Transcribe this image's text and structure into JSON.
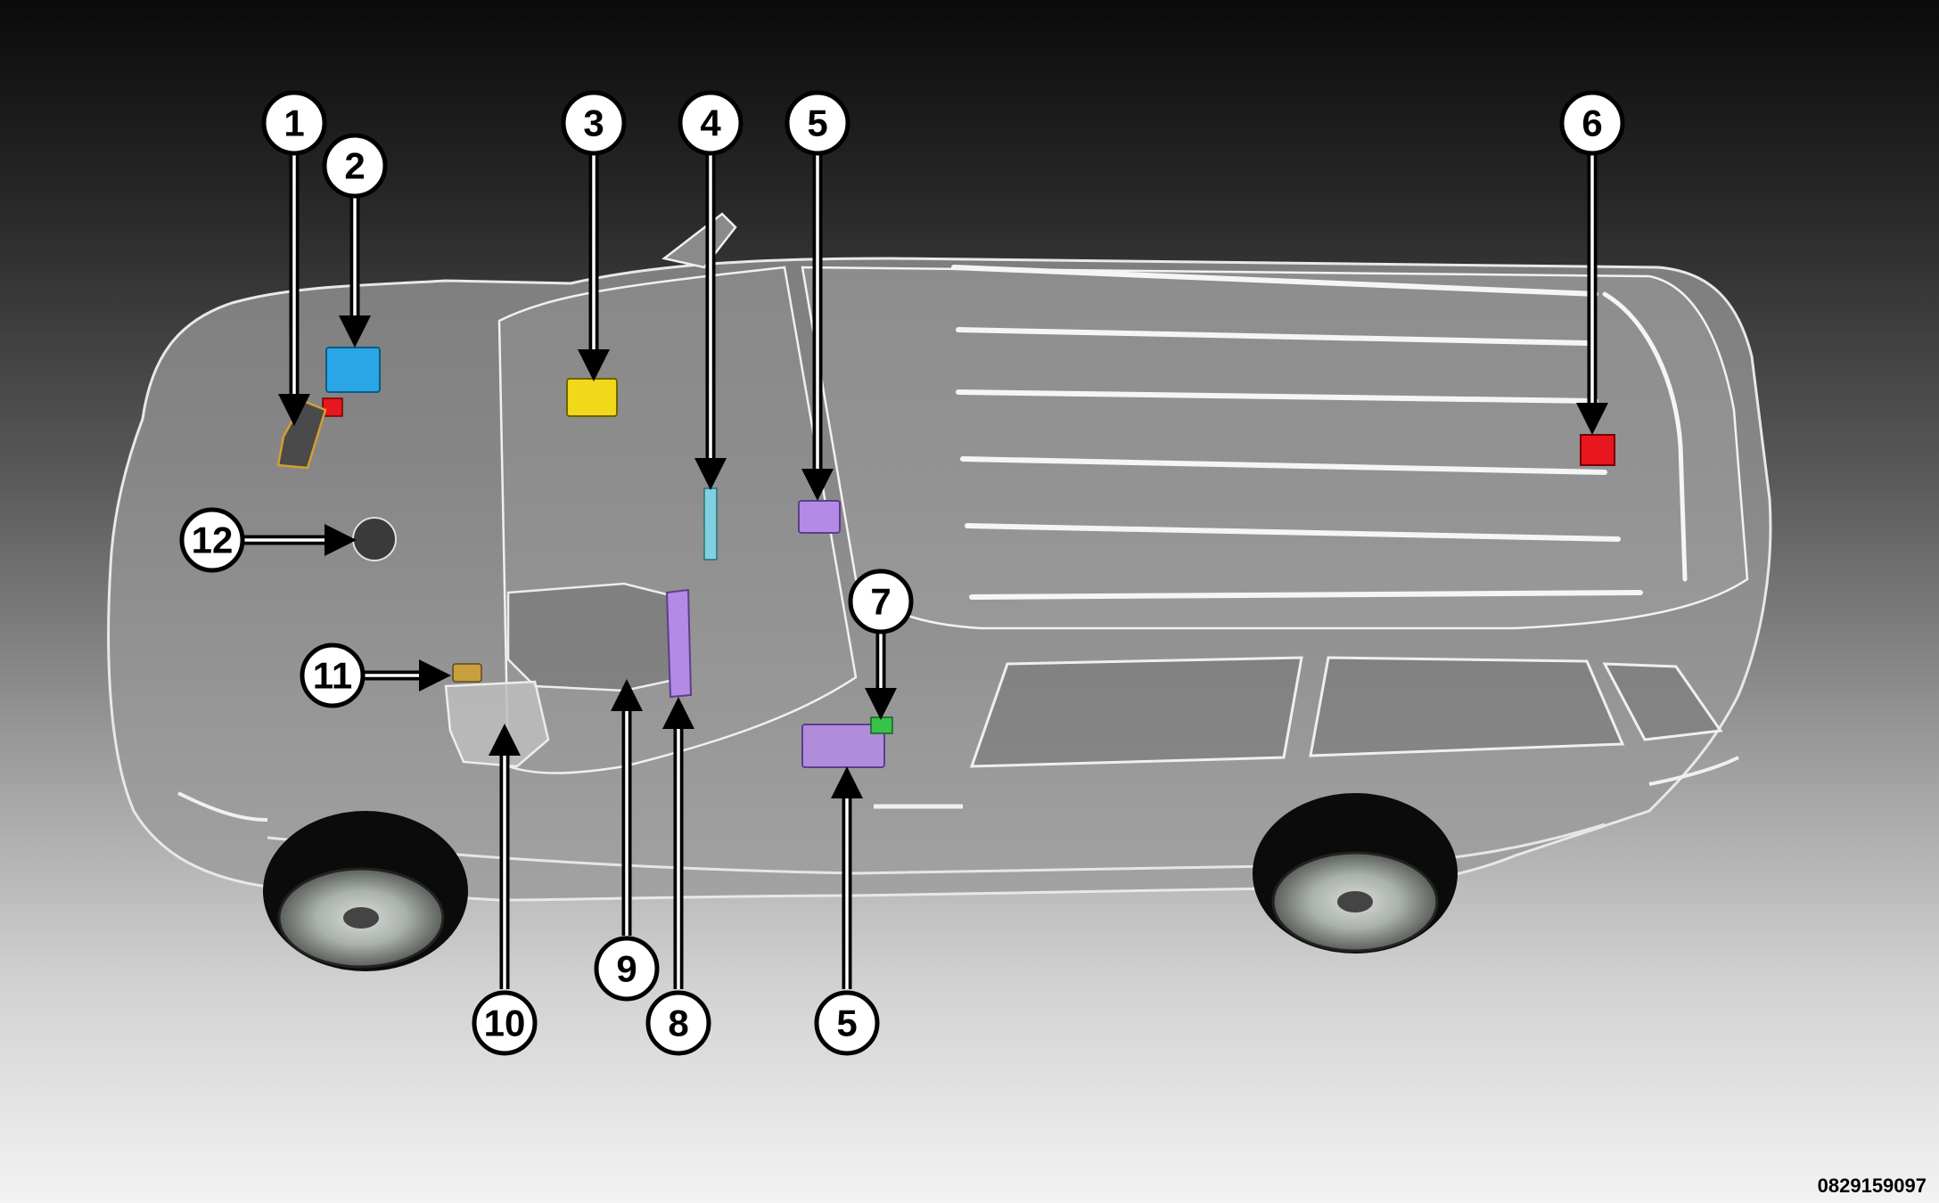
{
  "figure_id": "0829159097",
  "colors": {
    "component_blue": "#2aa6e6",
    "component_red": "#e8161e",
    "component_yellow": "#f2d81a",
    "component_purple": "#b48ae6",
    "component_green": "#37c24a"
  },
  "callouts": [
    {
      "id": "c1",
      "label": "1"
    },
    {
      "id": "c2",
      "label": "2"
    },
    {
      "id": "c3",
      "label": "3"
    },
    {
      "id": "c4",
      "label": "4"
    },
    {
      "id": "c5a",
      "label": "5"
    },
    {
      "id": "c6",
      "label": "6"
    },
    {
      "id": "c7",
      "label": "7"
    },
    {
      "id": "c12",
      "label": "12"
    },
    {
      "id": "c11",
      "label": "11"
    },
    {
      "id": "c9",
      "label": "9"
    },
    {
      "id": "c10",
      "label": "10"
    },
    {
      "id": "c8",
      "label": "8"
    },
    {
      "id": "c5b",
      "label": "5"
    }
  ]
}
